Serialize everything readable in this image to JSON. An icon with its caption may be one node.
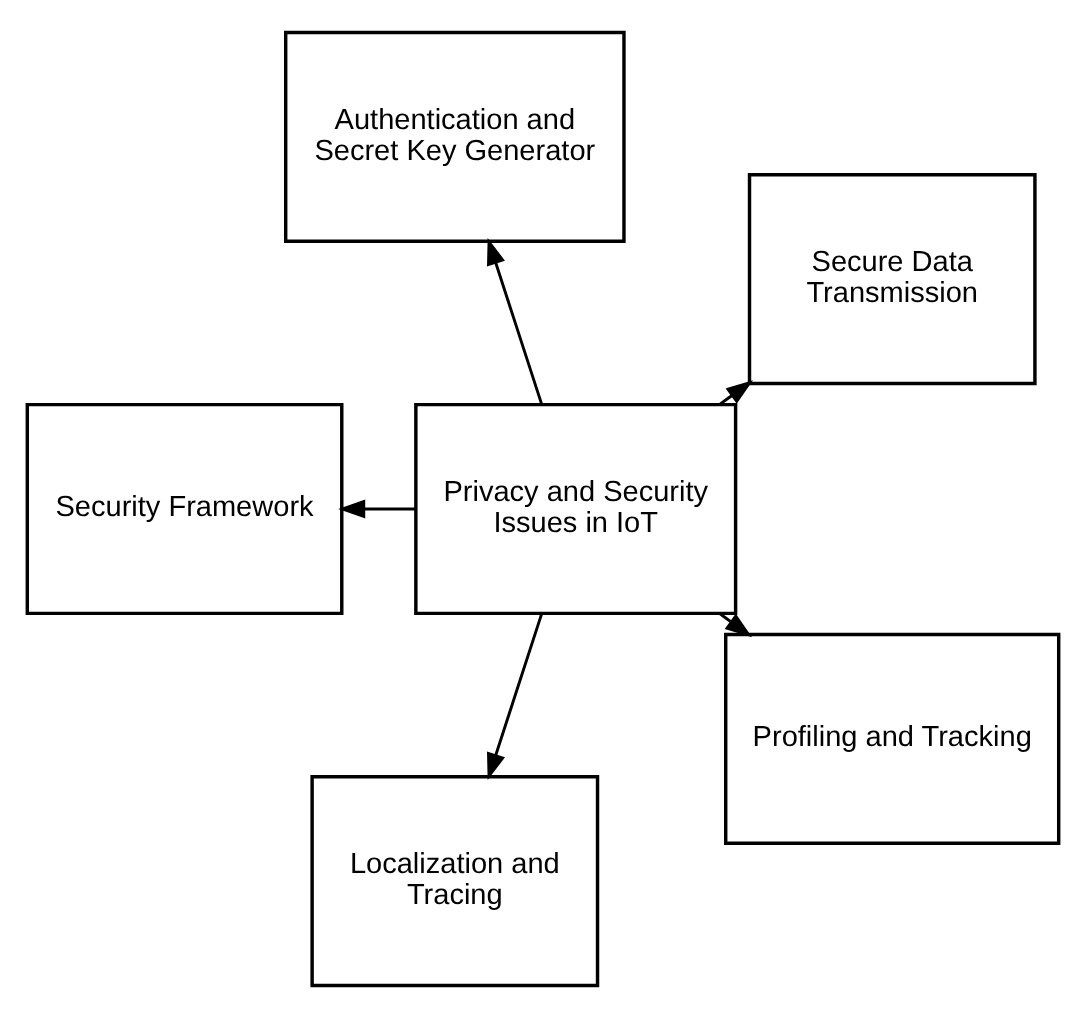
{
  "diagram": {
    "nodes": [
      {
        "text": [
          "Secure Data Transmission"
        ]
      },
      {
        "text": [
          "Authentication and Secret Key Generator"
        ]
      },
      {
        "text": [
          "Security Framework"
        ]
      },
      {
        "text": [
          "Privacy and Security Issues in IoT"
        ]
      },
      {
        "text": [
          "Localization and Tracing"
        ]
      },
      {
        "text": [
          "Profiling and Tracking"
        ]
      }
    ],
    "edges": [
      {
        "from": 3,
        "to": 0,
        "arrow": "to"
      },
      {
        "from": 3,
        "to": 1,
        "arrow": "to"
      },
      {
        "from": 3,
        "to": 2,
        "arrow": "to"
      },
      {
        "from": 3,
        "to": 4,
        "arrow": "to"
      },
      {
        "from": 3,
        "to": 5,
        "arrow": "to"
      }
    ]
  }
}
